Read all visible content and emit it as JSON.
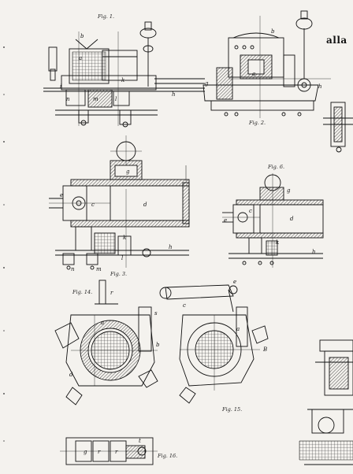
{
  "page": {
    "running_head": "alla",
    "captions": {
      "fig1": "Fig. 1.",
      "fig2": "Fig. 2.",
      "fig3": "Fig. 3.",
      "fig6": "Fig. 6.",
      "fig14": "Fig. 14.",
      "fig15": "Fig. 15.",
      "fig16": "Fig. 16."
    },
    "letters": {
      "fig1": [
        "b",
        "a",
        "i",
        "n",
        "m",
        "l",
        "h",
        "k"
      ],
      "fig2": [
        "b",
        "g",
        "a",
        "h"
      ],
      "fig3": [
        "g",
        "d",
        "e",
        "c",
        "h",
        "k",
        "l",
        "n",
        "m"
      ],
      "fig6": [
        "g",
        "d",
        "c",
        "e",
        "h",
        "k"
      ],
      "fig14": [
        "r",
        "a",
        "s",
        "b",
        "d"
      ],
      "fig15": [
        "e",
        "c",
        "a",
        "B"
      ],
      "fig16": [
        "g",
        "r",
        "r",
        "t"
      ]
    }
  }
}
